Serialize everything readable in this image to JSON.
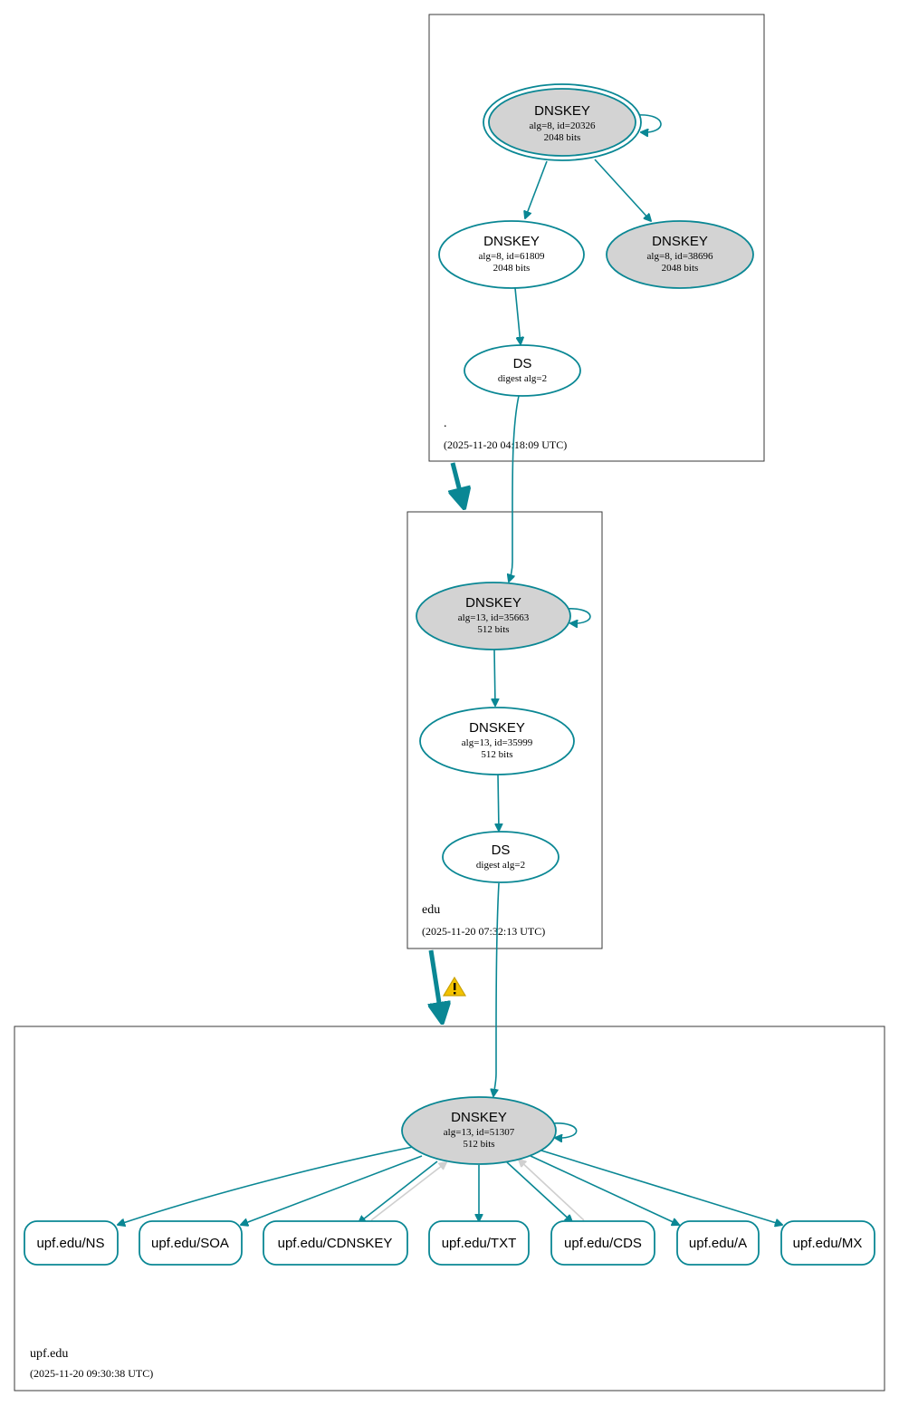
{
  "zones": [
    {
      "name": ".",
      "timestamp": "(2025-11-20 04:18:09 UTC)"
    },
    {
      "name": "edu",
      "timestamp": "(2025-11-20 07:32:13 UTC)"
    },
    {
      "name": "upf.edu",
      "timestamp": "(2025-11-20 09:30:38 UTC)"
    }
  ],
  "nodes": {
    "root_ksk": {
      "title": "DNSKEY",
      "line1": "alg=8, id=20326",
      "line2": "2048 bits"
    },
    "root_zsk1": {
      "title": "DNSKEY",
      "line1": "alg=8, id=61809",
      "line2": "2048 bits"
    },
    "root_zsk2": {
      "title": "DNSKEY",
      "line1": "alg=8, id=38696",
      "line2": "2048 bits"
    },
    "root_ds": {
      "title": "DS",
      "line1": "digest alg=2"
    },
    "edu_ksk": {
      "title": "DNSKEY",
      "line1": "alg=13, id=35663",
      "line2": "512 bits"
    },
    "edu_zsk": {
      "title": "DNSKEY",
      "line1": "alg=13, id=35999",
      "line2": "512 bits"
    },
    "edu_ds": {
      "title": "DS",
      "line1": "digest alg=2"
    },
    "upf_key": {
      "title": "DNSKEY",
      "line1": "alg=13, id=51307",
      "line2": "512 bits"
    }
  },
  "rrsets": [
    "upf.edu/NS",
    "upf.edu/SOA",
    "upf.edu/CDNSKEY",
    "upf.edu/TXT",
    "upf.edu/CDS",
    "upf.edu/A",
    "upf.edu/MX"
  ],
  "colors": {
    "accent": "#0a8794",
    "key_fill": "#d3d3d3",
    "grey_edge": "#cfcfcf",
    "warning": "#f2c200"
  },
  "icons": {
    "warning": "warning-triangle-icon"
  }
}
